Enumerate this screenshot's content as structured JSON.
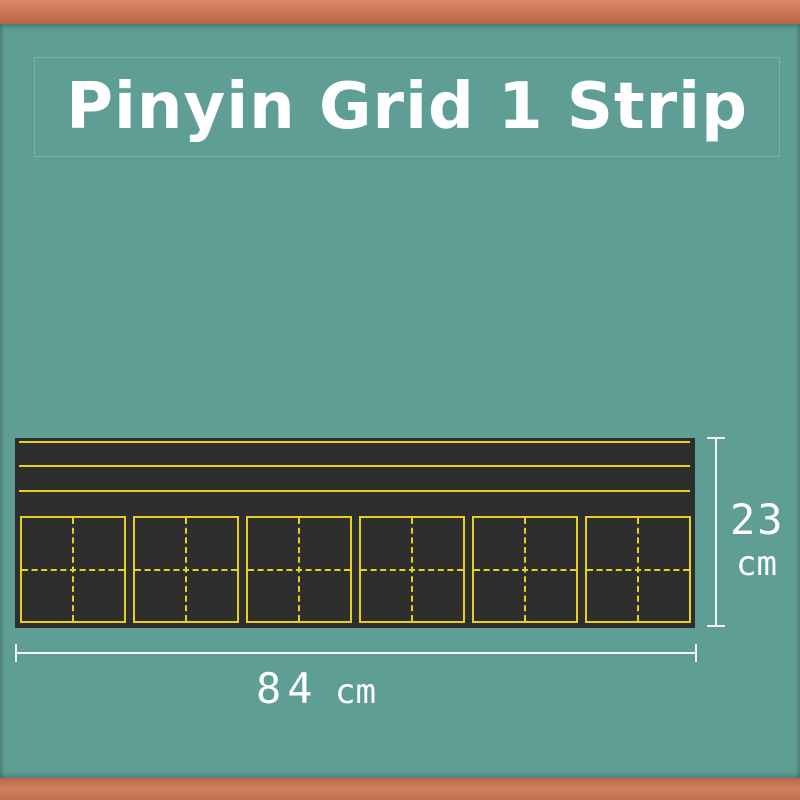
{
  "title": "Pinyin Grid 1 Strip",
  "product": {
    "pinyin_line_count": 3,
    "cell_count": 6,
    "colors": {
      "board": "#5f9e95",
      "strip": "#2e2e2e",
      "lines": "#e6d21e",
      "frame": "#c9785a",
      "text": "#ffffff"
    }
  },
  "dimensions": {
    "width_value": "84",
    "width_unit": "cm",
    "height_value": "23",
    "height_unit": "cm"
  }
}
